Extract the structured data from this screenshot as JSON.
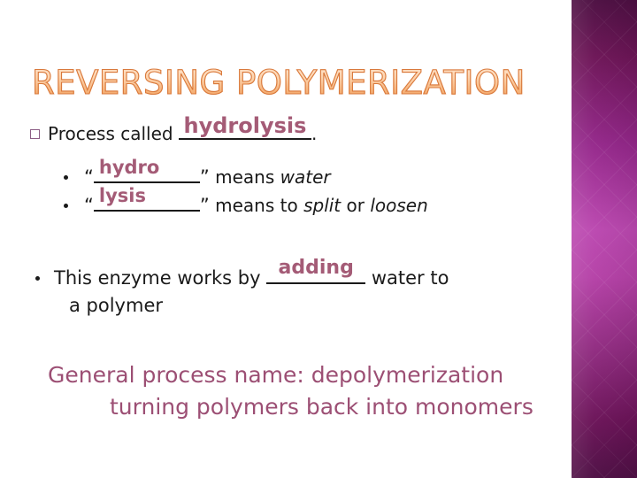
{
  "slide": {
    "title": "REVERSING POLYMERIZATION",
    "background_color": "#ffffff",
    "title_outline_color": "#d9793c",
    "title_fill_start": "#ffe7d2",
    "title_fill_end": "#e6904f",
    "answer_color": "#a45b76",
    "summary_color": "#9c4f74",
    "panel_color_dark": "#4d0f42",
    "panel_color_light": "#bb48b0"
  },
  "bullet_1": {
    "marker": "square-outline-bullet",
    "text_before": "Process called ",
    "blank_answer": "hydrolysis",
    "text_after": "."
  },
  "sub_bullets": [
    {
      "marker": "round-bullet",
      "open_quote": "“",
      "blank_answer": "hydro",
      "close_quote": "”",
      "text_after": " means ",
      "emphasis": "water",
      "text_tail": ""
    },
    {
      "marker": "round-bullet",
      "open_quote": "“",
      "blank_answer": "lysis",
      "close_quote": "”",
      "text_after": " means to ",
      "emphasis": "split",
      "text_mid": " or ",
      "emphasis2": "loosen",
      "text_tail": ""
    }
  ],
  "bullet_2": {
    "marker": "round-bullet",
    "text_before": "This enzyme works by ",
    "blank_answer": "adding",
    "text_after": " water to",
    "line_two": "a polymer"
  },
  "summary": {
    "line_1": "General process name: depolymerization",
    "line_2": "turning polymers back into monomers"
  }
}
